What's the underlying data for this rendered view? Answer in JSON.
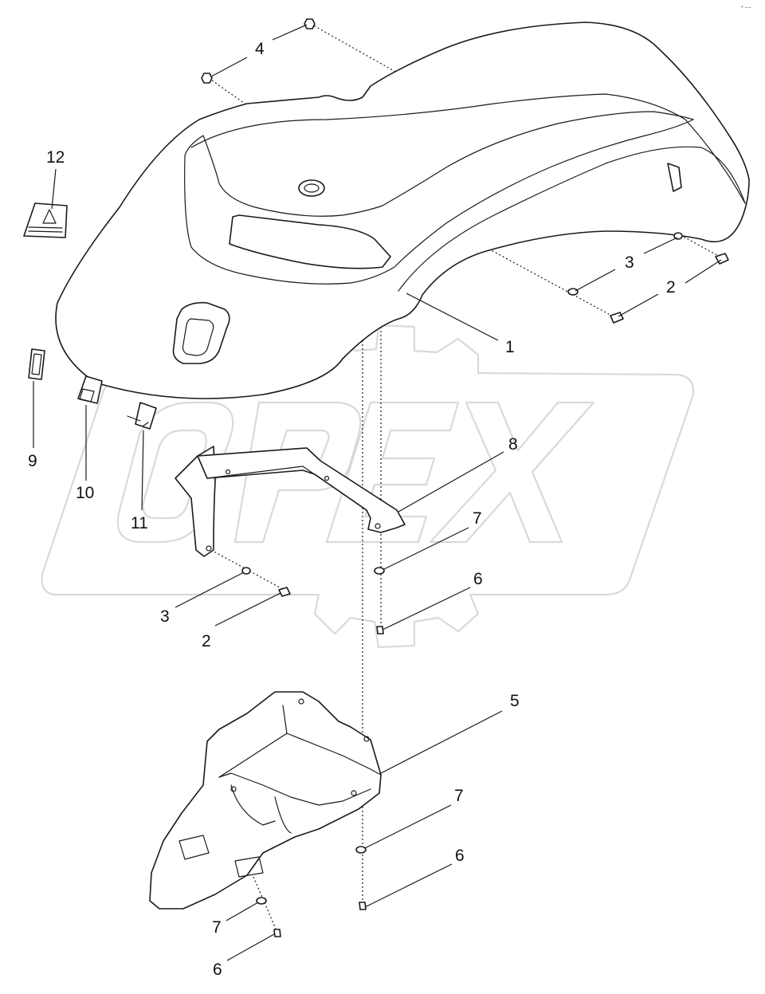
{
  "diagram": {
    "corner_mark": "* ~~",
    "watermark": "OPEX",
    "callouts": [
      {
        "id": "c4",
        "label": "4"
      },
      {
        "id": "c12",
        "label": "12"
      },
      {
        "id": "c3a",
        "label": "3"
      },
      {
        "id": "c2a",
        "label": "2"
      },
      {
        "id": "c1",
        "label": "1"
      },
      {
        "id": "c9",
        "label": "9"
      },
      {
        "id": "c10",
        "label": "10"
      },
      {
        "id": "c11",
        "label": "11"
      },
      {
        "id": "c8",
        "label": "8"
      },
      {
        "id": "c7a",
        "label": "7"
      },
      {
        "id": "c6a",
        "label": "6"
      },
      {
        "id": "c3b",
        "label": "3"
      },
      {
        "id": "c2b",
        "label": "2"
      },
      {
        "id": "c5",
        "label": "5"
      },
      {
        "id": "c7b",
        "label": "7"
      },
      {
        "id": "c6b",
        "label": "6"
      },
      {
        "id": "c7c",
        "label": "7"
      },
      {
        "id": "c6c",
        "label": "6"
      }
    ]
  }
}
